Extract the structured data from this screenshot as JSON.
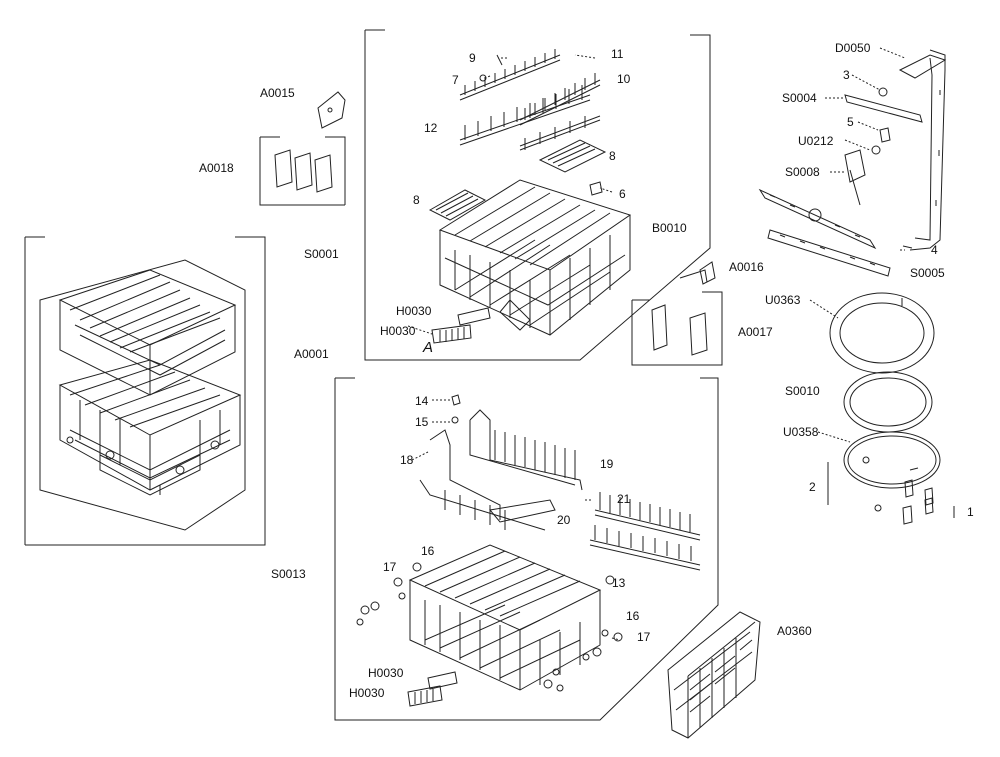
{
  "labels": {
    "d0050": "D0050",
    "n3": "3",
    "s0004": "S0004",
    "n5": "5",
    "u0212": "U0212",
    "s0008": "S0008",
    "n4": "4",
    "a0016": "A0016",
    "s0005": "S0005",
    "u0363": "U0363",
    "a0017": "A0017",
    "s0010": "S0010",
    "u0358": "U0358",
    "n2": "2",
    "n1": "1",
    "a0015": "A0015",
    "a0018": "A0018",
    "s0001": "S0001",
    "a0001": "A0001",
    "s0013": "S0013",
    "n9": "9",
    "n7": "7",
    "n11": "11",
    "n10": "10",
    "n12": "12",
    "n8a": "8",
    "n6": "6",
    "n8b": "8",
    "b0010": "B0010",
    "h0030_u1": "H0030",
    "h0030_u2": "H0030",
    "mark_a": "A",
    "n14": "14",
    "n15": "15",
    "n18": "18",
    "n19": "19",
    "n21": "21",
    "n20": "20",
    "n16a": "16",
    "n17a": "17",
    "n13": "13",
    "n16b": "16",
    "n17b": "17",
    "a0360": "A0360",
    "h0030_l1": "H0030",
    "h0030_l2": "H0030"
  },
  "colors": {
    "line": "#222222",
    "background": "#ffffff"
  }
}
